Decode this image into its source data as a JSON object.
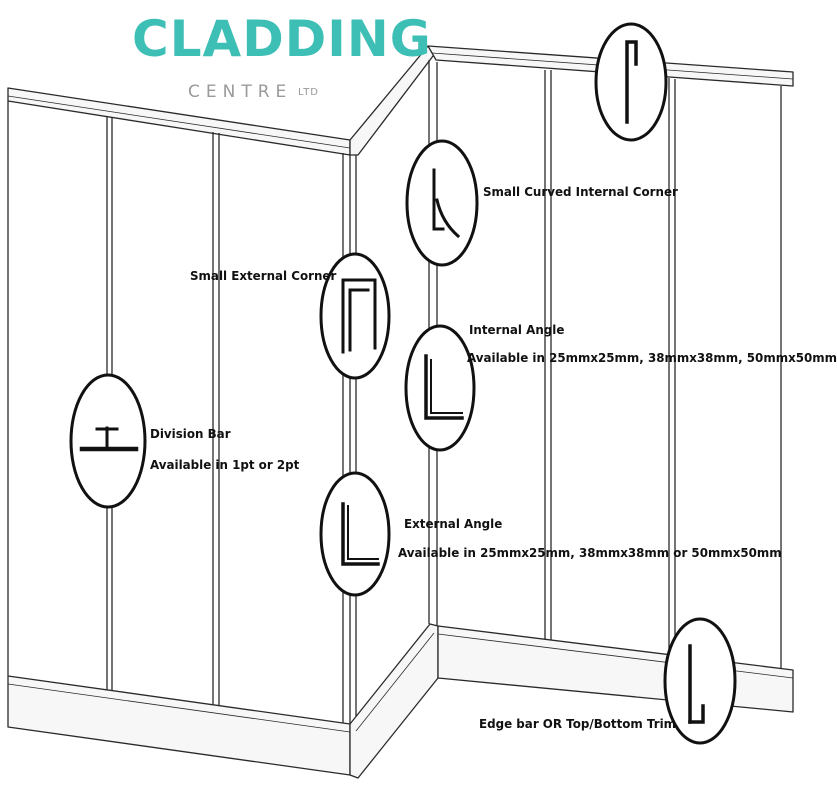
{
  "brand": {
    "name": "CLADDING",
    "sub": "CENTRE",
    "suffix": "LTD",
    "color": "#3dbfb6",
    "sub_color": "#9a9a9a"
  },
  "labels": {
    "division_bar": "Division Bar",
    "division_bar_note": "Available in 1pt or 2pt",
    "small_external_corner": "Small External Corner",
    "small_curved_internal_corner": "Small Curved Internal Corner",
    "internal_angle": "Internal Angle",
    "internal_angle_note": "Available in 25mmx25mm, 38mmx38mm, 50mmx50mm",
    "external_angle": "External Angle",
    "external_angle_note": "Available in 25mmx25mm, 38mmx38mm or 50mmx50mm",
    "edge_bar": "Edge bar OR Top/Bottom Trim"
  },
  "icons": [
    "division-bar-profile-icon",
    "small-external-corner-profile-icon",
    "small-curved-internal-corner-profile-icon",
    "internal-angle-profile-icon",
    "external-angle-profile-icon",
    "edge-bar-profile-icon",
    "top-trim-profile-icon"
  ]
}
